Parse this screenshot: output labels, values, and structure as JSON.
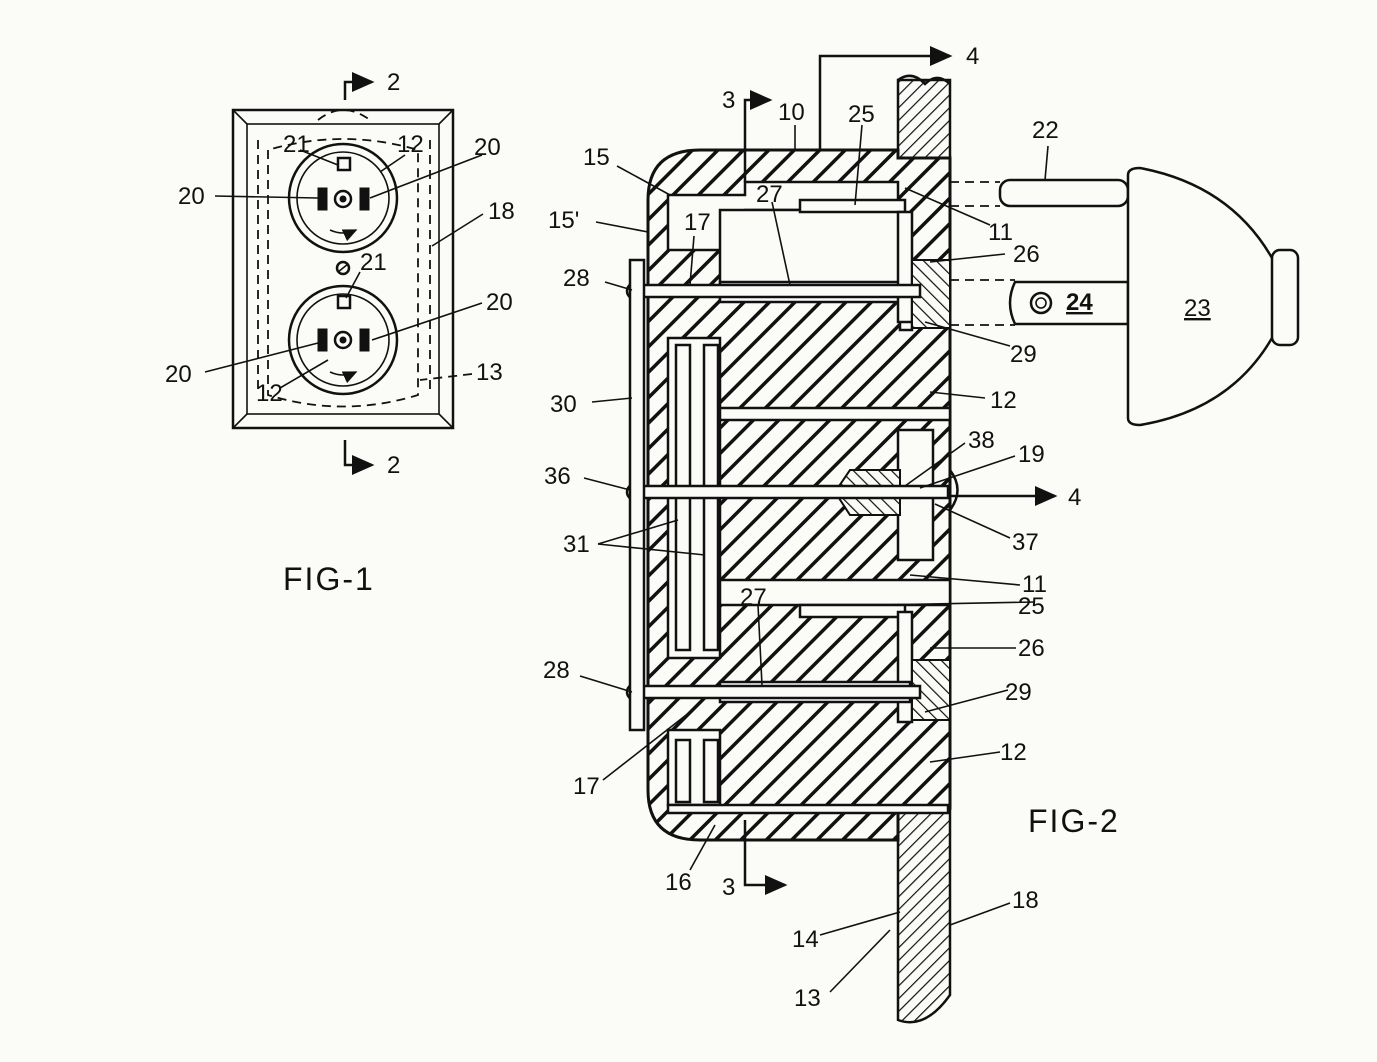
{
  "figure1": {
    "caption": "FIG-1",
    "section_labels": [
      "2",
      "2"
    ],
    "labels": {
      "n21_top": "21",
      "n12_top": "12",
      "n20_left_top": "20",
      "n20_right_top": "20",
      "n18": "18",
      "n21_mid": "21",
      "n20_right_bot": "20",
      "n20_left_bot": "20",
      "n12_bot": "12",
      "n13": "13"
    }
  },
  "figure2": {
    "caption": "FIG-2",
    "section_labels": {
      "s3_top": "3",
      "s3_bot": "3",
      "s4_top": "4",
      "s4_mid": "4"
    },
    "labels": {
      "n10": "10",
      "n25_top": "25",
      "n22": "22",
      "n15": "15",
      "n27_top": "27",
      "n11_top": "11",
      "n15p": "15'",
      "n17_top": "17",
      "n26_top": "26",
      "n28_top": "28",
      "n24": "24",
      "n23": "23",
      "n29_top": "29",
      "n12_top": "12",
      "n30": "30",
      "n38": "38",
      "n19": "19",
      "n36": "36",
      "n37": "37",
      "n31": "31",
      "n11_mid": "11",
      "n27_bot": "27",
      "n25_bot": "25",
      "n26_bot": "26",
      "n28_bot": "28",
      "n29_bot": "29",
      "n12_bot": "12",
      "n17_bot": "17",
      "n16": "16",
      "n14": "14",
      "n18": "18",
      "n13": "13"
    }
  }
}
